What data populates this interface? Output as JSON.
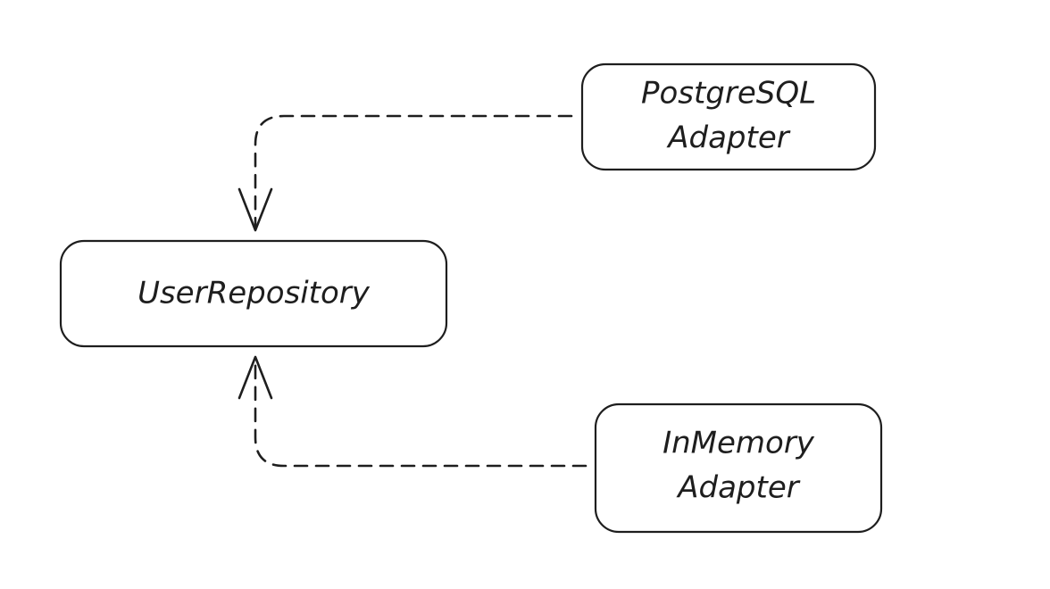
{
  "diagram": {
    "nodes": {
      "user_repository": {
        "label": "UserRepository"
      },
      "postgresql_adapter": {
        "label_lines": [
          "PostgreSQL",
          "Adapter"
        ]
      },
      "inmemory_adapter": {
        "label_lines": [
          "InMemory",
          "Adapter"
        ]
      }
    },
    "edges": [
      {
        "from": "PostgreSQL Adapter",
        "to": "UserRepository",
        "style": "dashed"
      },
      {
        "from": "InMemory Adapter",
        "to": "UserRepository",
        "style": "dashed"
      }
    ],
    "colors": {
      "stroke": "#1e1e1e",
      "background": "#ffffff"
    }
  }
}
